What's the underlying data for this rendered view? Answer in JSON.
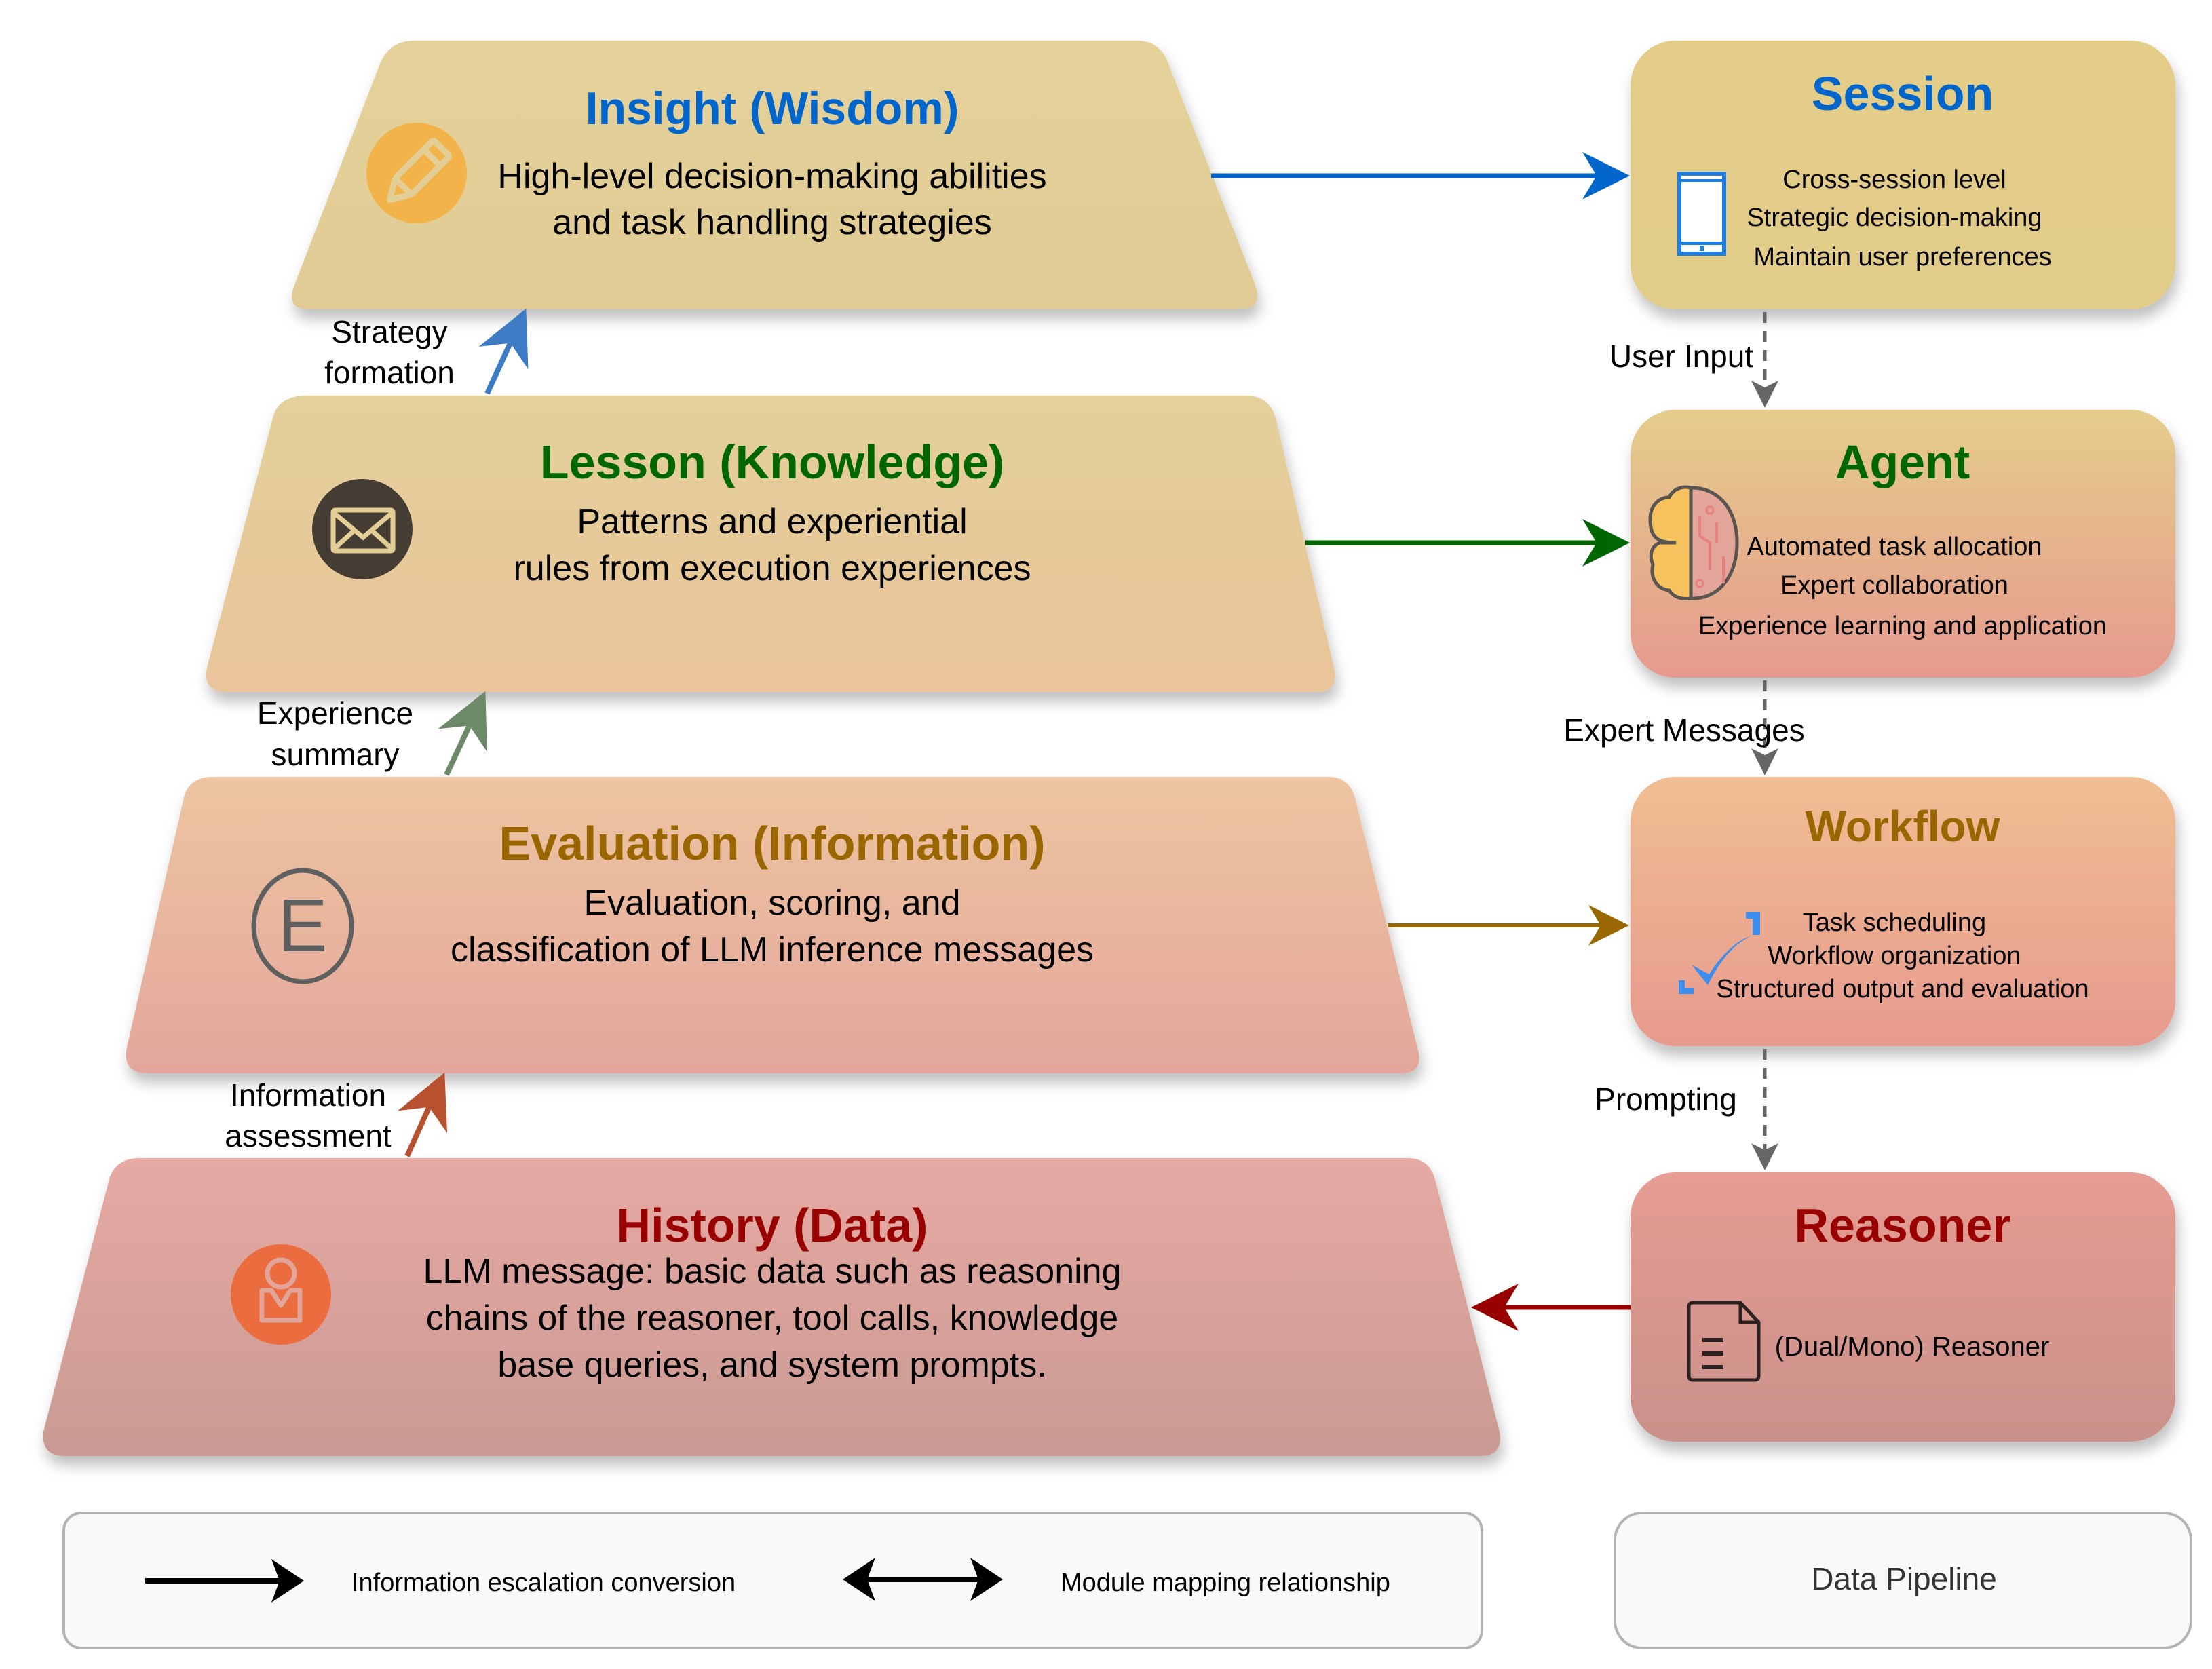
{
  "layers": [
    {
      "id": "insight",
      "title": "Insight (Wisdom)",
      "title_color": "#0066CC",
      "description": [
        "High-level decision-making abilities",
        "and task handling strategies"
      ],
      "icon": "pencil-icon",
      "icon_color": "#F2B44A"
    },
    {
      "id": "lesson",
      "title": "Lesson (Knowledge)",
      "title_color": "#006600",
      "description": [
        "Patterns and experiential",
        "rules from execution experiences"
      ],
      "icon": "envelope-icon",
      "icon_color": "#453D33"
    },
    {
      "id": "evaluation",
      "title": "Evaluation (Information)",
      "title_color": "#996600",
      "description": [
        "Evaluation, scoring, and",
        "classification of LLM inference messages"
      ],
      "icon": "letter-e-circle-icon",
      "icon_color": "#5F5F5F"
    },
    {
      "id": "history",
      "title": "History (Data)",
      "title_color": "#990000",
      "description": [
        "LLM message: basic data such as reasoning",
        "chains of the reasoner, tool calls, knowledge",
        "base queries, and system prompts."
      ],
      "icon": "user-icon",
      "icon_color": "#EB6C3E"
    }
  ],
  "escalations": [
    {
      "from": "history",
      "to": "evaluation",
      "label": [
        "Information",
        "assessment"
      ],
      "color": "#B8512F"
    },
    {
      "from": "evaluation",
      "to": "lesson",
      "label": [
        "Experience",
        "summary"
      ],
      "color": "#6D8A68"
    },
    {
      "from": "lesson",
      "to": "insight",
      "label": [
        "Strategy",
        "formation"
      ],
      "color": "#3D7CC4"
    }
  ],
  "modules": [
    {
      "id": "session",
      "title": "Session",
      "title_color": "#0066CC",
      "items": [
        "Cross-session level",
        "Strategic decision-making",
        "Maintain user preferences"
      ],
      "icon": "mobile-phone-icon"
    },
    {
      "id": "agent",
      "title": "Agent",
      "title_color": "#006600",
      "items": [
        "Automated task allocation",
        "Expert collaboration",
        "Experience learning and application"
      ],
      "icon": "brain-icon"
    },
    {
      "id": "workflow",
      "title": "Workflow",
      "title_color": "#996600",
      "items": [
        "Task scheduling",
        "Workflow organization",
        "Structured output and evaluation"
      ],
      "icon": "checkmark-icon"
    },
    {
      "id": "reasoner",
      "title": "Reasoner",
      "title_color": "#990000",
      "items": [
        "(Dual/Mono) Reasoner"
      ],
      "icon": "document-icon"
    }
  ],
  "mappings": [
    {
      "layer": "insight",
      "module": "session",
      "direction": "to-module",
      "color": "#0066CC"
    },
    {
      "layer": "lesson",
      "module": "agent",
      "direction": "to-module",
      "color": "#006600"
    },
    {
      "layer": "evaluation",
      "module": "workflow",
      "direction": "to-module",
      "color": "#996600"
    },
    {
      "layer": "history",
      "module": "reasoner",
      "direction": "to-layer",
      "color": "#990000"
    }
  ],
  "pipeline_flows": [
    {
      "from": "session",
      "to": "agent",
      "label": "User Input"
    },
    {
      "from": "agent",
      "to": "workflow",
      "label": "Expert Messages"
    },
    {
      "from": "workflow",
      "to": "reasoner",
      "label": "Prompting"
    }
  ],
  "legend": {
    "items": [
      {
        "symbol": "single-arrow",
        "label": "Information escalation conversion"
      },
      {
        "symbol": "double-arrow",
        "label": "Module mapping relationship"
      }
    ],
    "pipeline_label": "Data Pipeline"
  },
  "colors": {
    "gold": "#E2CC8E",
    "peach": "#EDB890",
    "rose": "#E5A29A",
    "dusty_rose": "#C9958E",
    "dashed_connector": "#666666"
  }
}
